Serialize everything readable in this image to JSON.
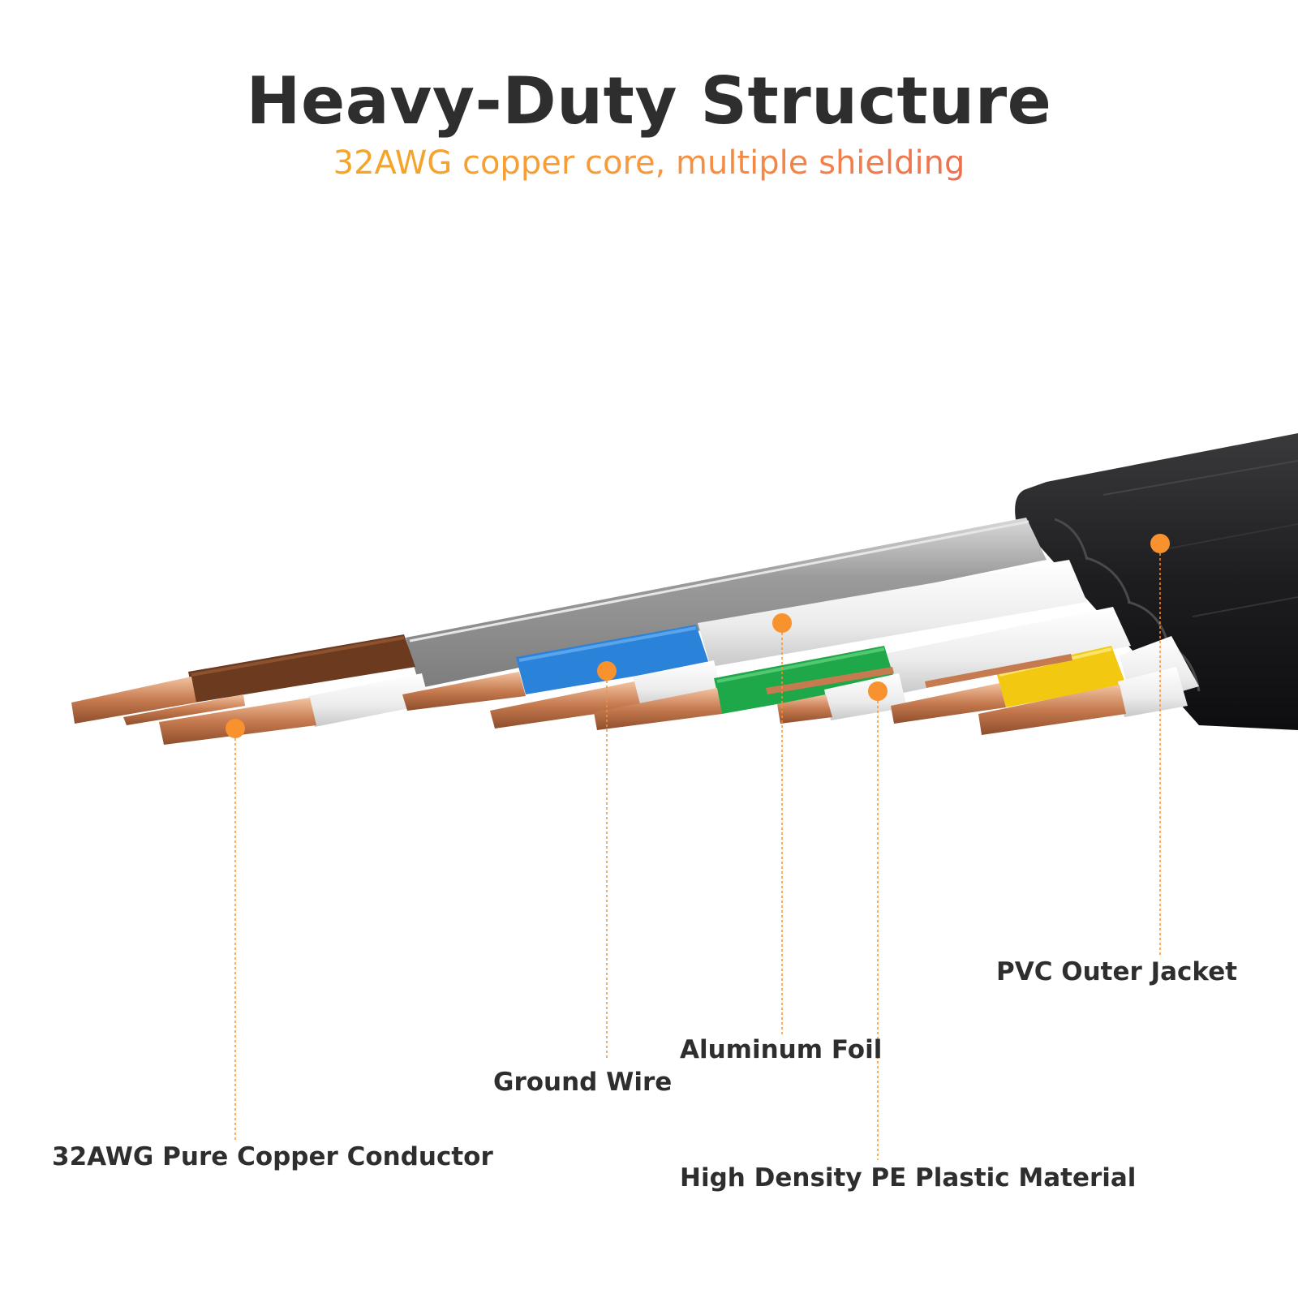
{
  "header": {
    "title": "Heavy-Duty Structure",
    "subtitle": "32AWG copper core, multiple shielding"
  },
  "callouts": [
    {
      "id": "conductor",
      "label": "32AWG Pure Copper Conductor"
    },
    {
      "id": "ground",
      "label": "Ground Wire"
    },
    {
      "id": "foil",
      "label": "Aluminum Foil"
    },
    {
      "id": "pe",
      "label": "High Density PE Plastic Material"
    },
    {
      "id": "jacket",
      "label": "PVC Outer Jacket"
    }
  ],
  "colors": {
    "accent": "#f7922f",
    "text": "#2e2e2e",
    "jacket": "#1c1c1e",
    "copper": "#c9825a",
    "brown": "#6b3a1f",
    "blue": "#2b82d9",
    "green": "#1fa84a",
    "yellow": "#f2c811",
    "foil": "#a9a9a9",
    "pe_white": "#eeeeee"
  }
}
